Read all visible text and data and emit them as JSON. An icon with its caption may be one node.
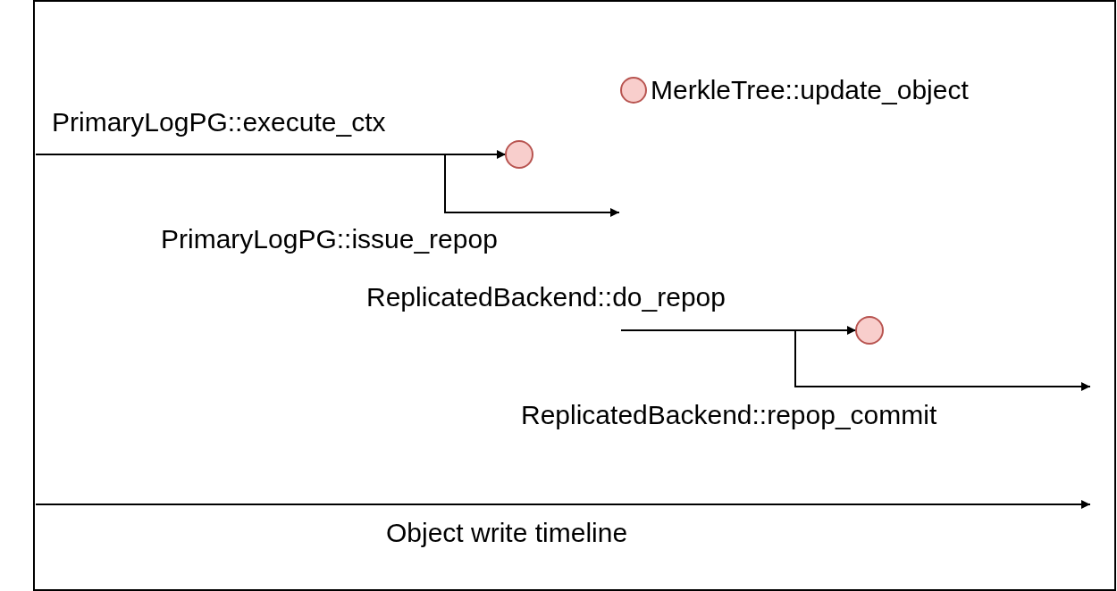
{
  "diagram": {
    "nodes": [
      {
        "text": [],
        "shape": "circle"
      },
      {
        "text": [],
        "shape": "circle"
      }
    ],
    "edges": [
      {
        "from": null,
        "to": 0,
        "arrow": "to",
        "label": "PrimaryLogPG::execute_ctx"
      },
      {
        "from": null,
        "to": 1,
        "arrow": "to",
        "label": "ReplicatedBackend::do_repop"
      }
    ],
    "labels": [
      "PrimaryLogPG::issue_repop",
      "ReplicatedBackend::repop_commit",
      "Object write timeline"
    ],
    "legend": [
      {
        "text": "MerkleTree::update_object"
      }
    ]
  }
}
